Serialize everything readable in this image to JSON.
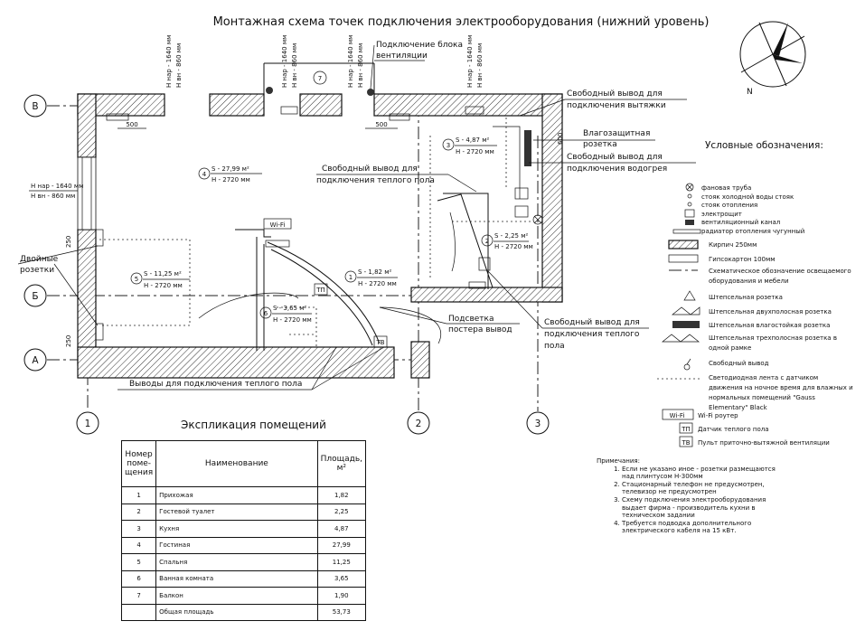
{
  "title": "Монтажная схема точек подключения электрооборудования (нижний уровень)",
  "compass": {
    "north": "N"
  },
  "axes": {
    "rows": [
      "В",
      "Б",
      "А"
    ],
    "cols": [
      "1",
      "2",
      "3"
    ]
  },
  "heights": {
    "h_nar": "H нар - 1640 мм",
    "h_vn": "H вн - 860 мм",
    "h_nar_short": "H нар - 1640 мм",
    "h_vn_short": "H вн - 860 мм"
  },
  "dims": {
    "d500a": "500",
    "d500b": "500",
    "d600": "600",
    "d250a": "250",
    "d250b": "250"
  },
  "rooms": [
    {
      "num": "4",
      "s": "S - 27,99 м²",
      "h": "H - 2720 мм"
    },
    {
      "num": "3",
      "s": "S - 4,87 м²",
      "h": "H - 2720 мм"
    },
    {
      "num": "5",
      "s": "S - 11,25 м²",
      "h": "H - 2720 мм"
    },
    {
      "num": "1",
      "s": "S - 1,82 м²",
      "h": "H - 2720 мм"
    },
    {
      "num": "6",
      "s": "S - 3,65 м²",
      "h": "H - 2720 мм"
    },
    {
      "num": "2",
      "s": "S - 2,25 м²",
      "h": "H - 2720 мм"
    },
    {
      "num": "7"
    }
  ],
  "callouts": {
    "vent_block_1": "Подключение блока",
    "vent_block_2": "вентиляции",
    "hood_1": "Свободный вывод для",
    "hood_2": "подключения вытяжки",
    "wet_1": "Влагозащитная",
    "wet_2": "розетка",
    "boiler_1": "Свободный вывод для",
    "boiler_2": "подключения водогрея",
    "floor_1": "Свободный вывод для",
    "floor_2": "подключения теплого пола",
    "double_1": "Двойные",
    "double_2": "розетки",
    "poster_1": "Подсветка",
    "poster_2": "постера вывод",
    "floor2_1": "Свободный вывод для",
    "floor2_2": "подключения теплого",
    "floor2_3": "пола",
    "floor_outputs": "Выводы для подключения теплого пола",
    "wifi": "Wi-Fi",
    "tp": "ТП",
    "tv": "ТВ"
  },
  "legend": {
    "title": "Условные обозначения:",
    "items": [
      "фановая труба",
      "стояк холодной воды стояк",
      "стояк отопления",
      "электрощит",
      "вентиляционный канал",
      "радиатор отопления чугунный",
      "Кирпич 250мм",
      "Гипсокартон 100мм",
      "Схематическое обозначение освещаемого",
      "оборудования и мебели",
      "Штепсельная розетка",
      "Штепсельная двухполосная розетка",
      "Штепсельная влагостойкая розетка",
      "Штепсельная трехполосная розетка в",
      "одной рамке",
      "Свободный вывод",
      "Светодиодная лента с датчиком",
      "движения на ночное время для влажных и",
      "нормальных помещений \"Gauss",
      "Elementary\" Black",
      "Wi-Fi роутер",
      "Датчик теплого пола",
      "Пульт приточно-вытяжной вентиляции"
    ],
    "sym_wifi": "Wi-Fi",
    "sym_tp": "ТП",
    "sym_tv": "ТВ"
  },
  "explication": {
    "title": "Экспликация помещений",
    "headers": [
      "Номер поме- щения",
      "Наименование",
      "Площадь, м²"
    ],
    "rows": [
      [
        "1",
        "Прихожая",
        "1,82"
      ],
      [
        "2",
        "Гостевой туалет",
        "2,25"
      ],
      [
        "3",
        "Кухня",
        "4,87"
      ],
      [
        "4",
        "Гостиная",
        "27,99"
      ],
      [
        "5",
        "Спальня",
        "11,25"
      ],
      [
        "6",
        "Ванная комната",
        "3,65"
      ],
      [
        "7",
        "Балкон",
        "1,90"
      ],
      [
        "",
        "Общая площадь",
        "53,73"
      ]
    ]
  },
  "notes": {
    "title": "Примечания:",
    "items": [
      "Если не указано иное - розетки размещаются над плинтусом H-300мм",
      "Стационарный телефон не предусмотрен, телевизор не предусмотрен",
      "Схему подключения электрооборудования выдает фирма - производитель кухни в техническом задании",
      "Требуется подводка дополнительного электрического кабеля на 15 кВт."
    ]
  }
}
